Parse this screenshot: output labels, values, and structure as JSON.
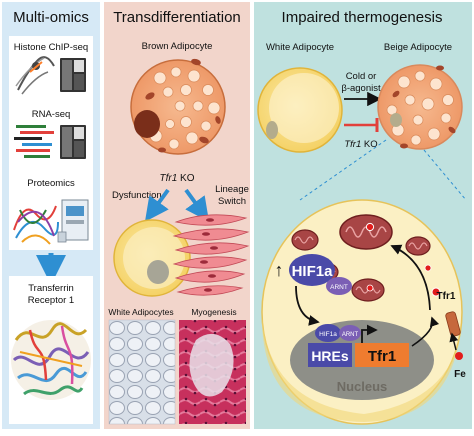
{
  "panels": {
    "multiomics": {
      "title": "Multi-omics",
      "histone": "Histone ChIP-seq",
      "rnaseq": "RNA-seq",
      "proteomics": "Proteomics",
      "transferrin_line1": "Transferrin",
      "transferrin_line2": "Receptor 1"
    },
    "transdifferentiation": {
      "title": "Transdifferentiation",
      "brown_adipocyte": "Brown Adipocyte",
      "tfr1_italic": "Tfr1",
      "ko": " KO",
      "dysfunction": "Dysfunction",
      "lineage_line1": "Lineage",
      "lineage_line2": "Switch",
      "white_adipocytes": "White Adipocytes",
      "myogenesis": "Myogenesis"
    },
    "thermogenesis": {
      "title": "Impaired thermogenesis",
      "white_adipocyte": "White Adipocyte",
      "beige_adipocyte": "Beige Adipocyte",
      "cold_line1": "Cold or",
      "cold_line2": "β-agonist",
      "tfr1_italic": "Tfr1",
      "ko": " KO",
      "hif1a": "HIF1a",
      "arnt": "ARNT",
      "hif1a_small": "HIF1a",
      "arnt_small": "ARNT",
      "hres": "HREs",
      "tfr1_gene": "Tfr1",
      "nucleus": "Nucleus",
      "tfr1_receptor": "Tfr1",
      "fe": "Fe",
      "up_arrow": "↑"
    }
  },
  "colors": {
    "panel1_bg": "#d6e9f6",
    "panel2_bg": "#f2d5cb",
    "panel3_bg": "#bfe1df",
    "arrow_blue": "#2e8fd2",
    "hif_purple": "#4a4aa8",
    "arnt_purple": "#7b5fb5",
    "tfr1_orange": "#ef7c2f",
    "nucleus_gray": "#8e8f88",
    "ko_red": "#e2403b"
  },
  "icons": [
    "sequencer-icon",
    "dna-strand-icon",
    "mass-spectrometer-icon",
    "protein-structure-icon",
    "mitochondrion-icon"
  ]
}
